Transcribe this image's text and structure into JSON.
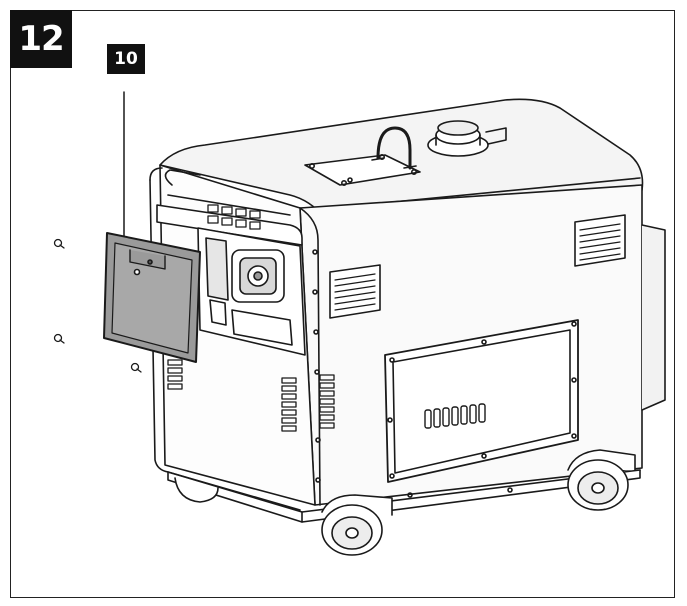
{
  "step_number": "12",
  "callout_label": "10",
  "colors": {
    "line": "#1a1a1a",
    "badge_bg": "#111111",
    "badge_text": "#ffffff",
    "panel_fill": "#9a9a9a",
    "shade": "#cfcfcf",
    "body": "#f4f4f4"
  },
  "icons": {
    "generator": "generator-illustration",
    "panel": "side-panel-cover",
    "screw": "screw-icon"
  }
}
